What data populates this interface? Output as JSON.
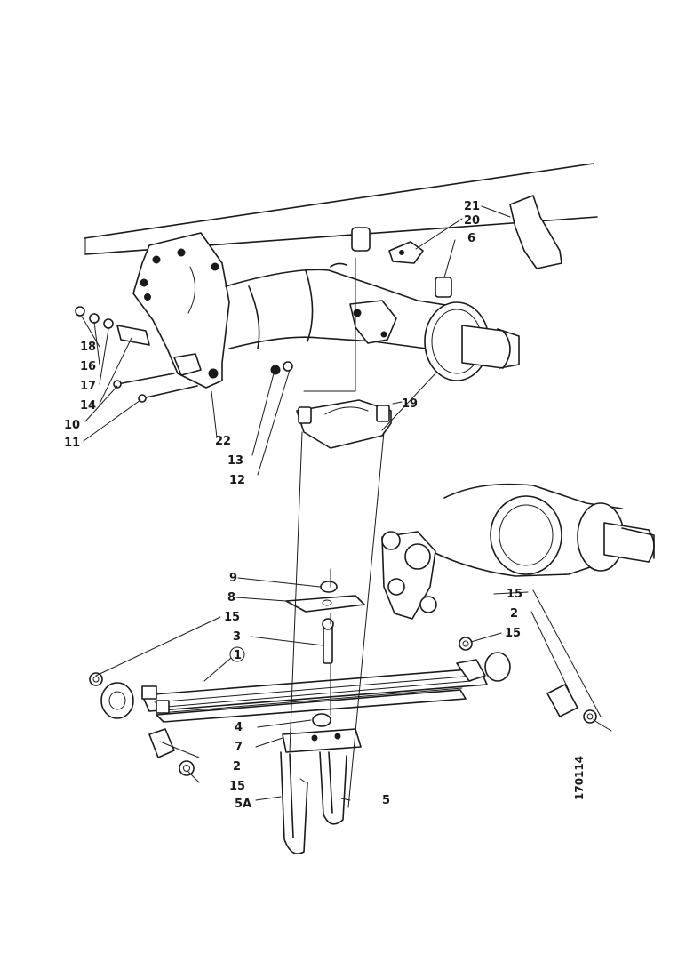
{
  "figure_number": "170114",
  "callouts": {
    "c21": "21",
    "c20": "20",
    "c6": "6",
    "c18a": "18",
    "c16": "16",
    "c17": "17",
    "c14": "14",
    "c10": "10",
    "c11": "11",
    "c22": "22",
    "c13": "13",
    "c12": "12",
    "c19": "19",
    "c9": "9",
    "c8": "8",
    "c15a": "15",
    "c3": "3",
    "c1": "1",
    "c15b": "15",
    "c2a": "2",
    "c15c": "15",
    "c4": "4",
    "c7": "7",
    "c2b": "2",
    "c15d": "15",
    "c5A": "5A",
    "c5": "5"
  }
}
